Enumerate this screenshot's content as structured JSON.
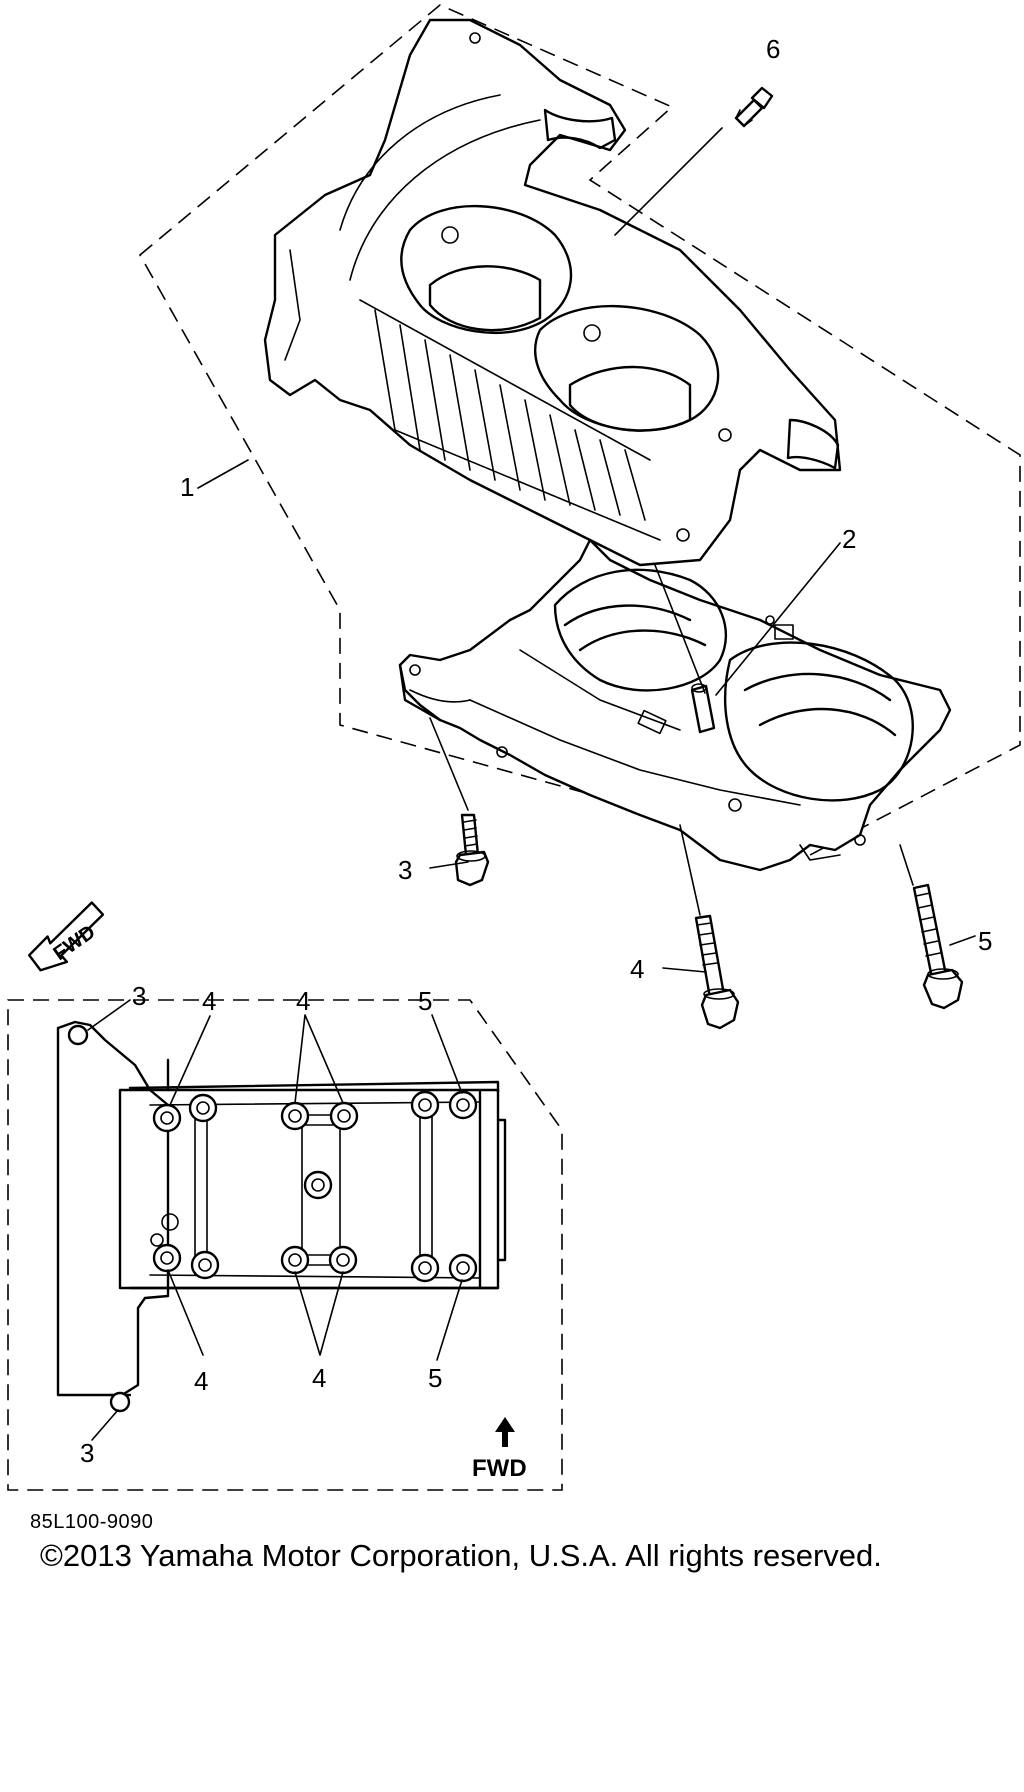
{
  "callouts": {
    "c1": "1",
    "c2": "2",
    "c3": "3",
    "c4": "4",
    "c5": "5",
    "c6": "6",
    "inset_3_top": "3",
    "inset_4_left_top": "4",
    "inset_4_mid_top": "4",
    "inset_5_top": "5",
    "inset_4_left_bottom": "4",
    "inset_4_mid_bottom": "4",
    "inset_5_bottom": "5",
    "inset_3_bottom": "3"
  },
  "labels": {
    "fwd_tag": "FWD",
    "inset_fwd": "FWD"
  },
  "footer": {
    "part_number": "85L100-9090",
    "copyright": "©2013 Yamaha Motor Corporation, U.S.A. All rights reserved."
  }
}
